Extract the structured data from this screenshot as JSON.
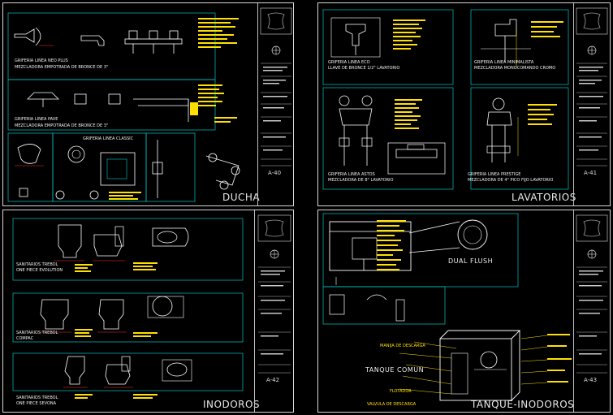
{
  "sheets": {
    "ducha": {
      "title": "DUCHA",
      "number": "A-40",
      "labels": [
        "GRIFERIA LINEA NEO PLUS",
        "MEZCLADORA EMPOTRADA DE BRONCE DE 3\"",
        "GRIFERIA LINEA PAVE",
        "MEZCLADORA EMPOTRADA DE BRONCE DE 3\"",
        "GRIFERIA LINEA CLASSIC"
      ]
    },
    "lavatorios": {
      "title": "LAVATORIOS",
      "number": "A-41",
      "labels": [
        "GRIFERIA LINEA ECO",
        "LLAVE DE BRONCE 1/2\" LAVATORIO",
        "GRIFERIA LINEA MINIMALISTA",
        "MEZCLADORA MONOCOMANDO CROMO",
        "GRIFERIA LINEA ASTOS",
        "MEZCLADORA DE 8\" LAVATORIO",
        "GRIFERIA LINEA PRESTIGE",
        "MEZCLADORA DE 4\" PICO FIJO LAVATORIO"
      ]
    },
    "inodoros": {
      "title": "INODOROS",
      "number": "A-42",
      "labels": [
        "SANITARIOS TREBOL",
        "ONE PIECE EVOLUTION",
        "SANITARIOS TREBOL",
        "COMPAC",
        "SANITARIOS TREBOL",
        "ONE PIECE SEVONA"
      ]
    },
    "tanque": {
      "title": "TANQUE-INODOROS",
      "number": "A-43",
      "labels": [
        "DUAL FLUSH",
        "TANQUE COMUN",
        "MANIJA DE DESCARGA",
        "FLOTADOR",
        "VALVULA DE DESCARGA"
      ]
    }
  }
}
